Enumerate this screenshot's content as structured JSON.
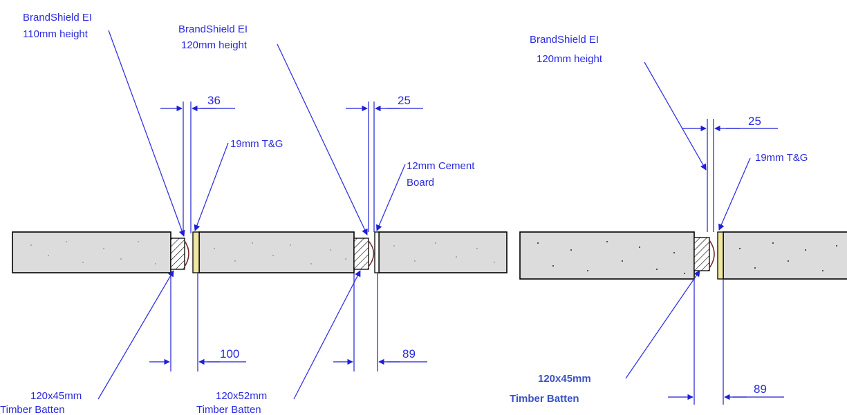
{
  "diagrams": [
    {
      "labels": {
        "brandshield_a": [
          "BrandShield EI",
          "110mm height"
        ],
        "brandshield_b": [
          "BrandShield EI",
          "120mm height"
        ],
        "board_a": "19mm T&G",
        "board_b": [
          "12mm Cement",
          "Board"
        ],
        "batten_a": [
          "120x45mm",
          "Timber Batten"
        ],
        "batten_b": [
          "120x52mm",
          "Timber Batten"
        ]
      },
      "dimensions": {
        "top_a": "36",
        "top_b": "25",
        "bottom_a": "100",
        "bottom_b": "89"
      }
    },
    {
      "labels": {
        "brandshield": [
          "BrandShield EI",
          "120mm height"
        ],
        "board": "19mm T&G",
        "batten": [
          "120x45mm",
          "Timber Batten"
        ]
      },
      "dimensions": {
        "top": "25",
        "bottom": "89"
      }
    }
  ],
  "colors": {
    "annotation": "#2a2adf",
    "wall_fill": "#dcdcdc",
    "board_fill": "#f0e7a0",
    "seal": "#7a2a2a"
  }
}
